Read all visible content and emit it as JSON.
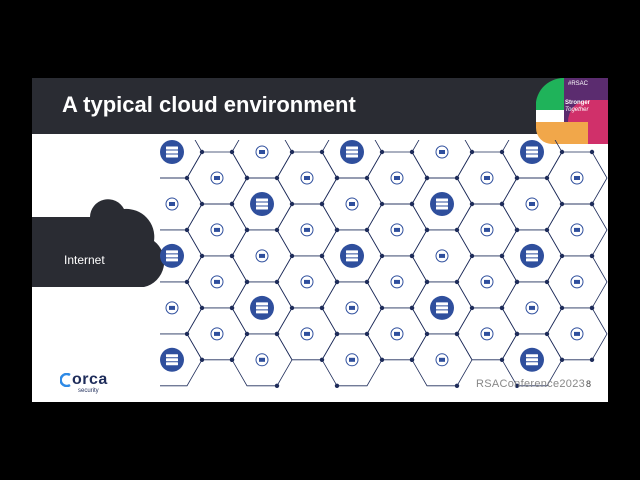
{
  "slide": {
    "title": "A typical cloud environment",
    "cloud_label": "Internet",
    "page_number": "8"
  },
  "badge": {
    "hashtag": "#RSAC",
    "line1": "Stronger",
    "line2": "Together",
    "colors": {
      "green": "#1fb35a",
      "pink": "#d0306a",
      "orange": "#f1a74a",
      "purple": "#5b2c6f"
    }
  },
  "logo": {
    "name": "orca",
    "subtitle": "security"
  },
  "footer": {
    "brand": "RSAConference2023"
  },
  "network": {
    "line_color": "#1e2c5a",
    "node_color": "#2f4f9d",
    "icon_names": [
      "server-icon",
      "database-icon",
      "vpc-cloud-icon",
      "users-icon",
      "gear-icon",
      "globe-icon",
      "terminal-icon",
      "mail-icon",
      "monitor-icon",
      "firewall-icon"
    ]
  }
}
